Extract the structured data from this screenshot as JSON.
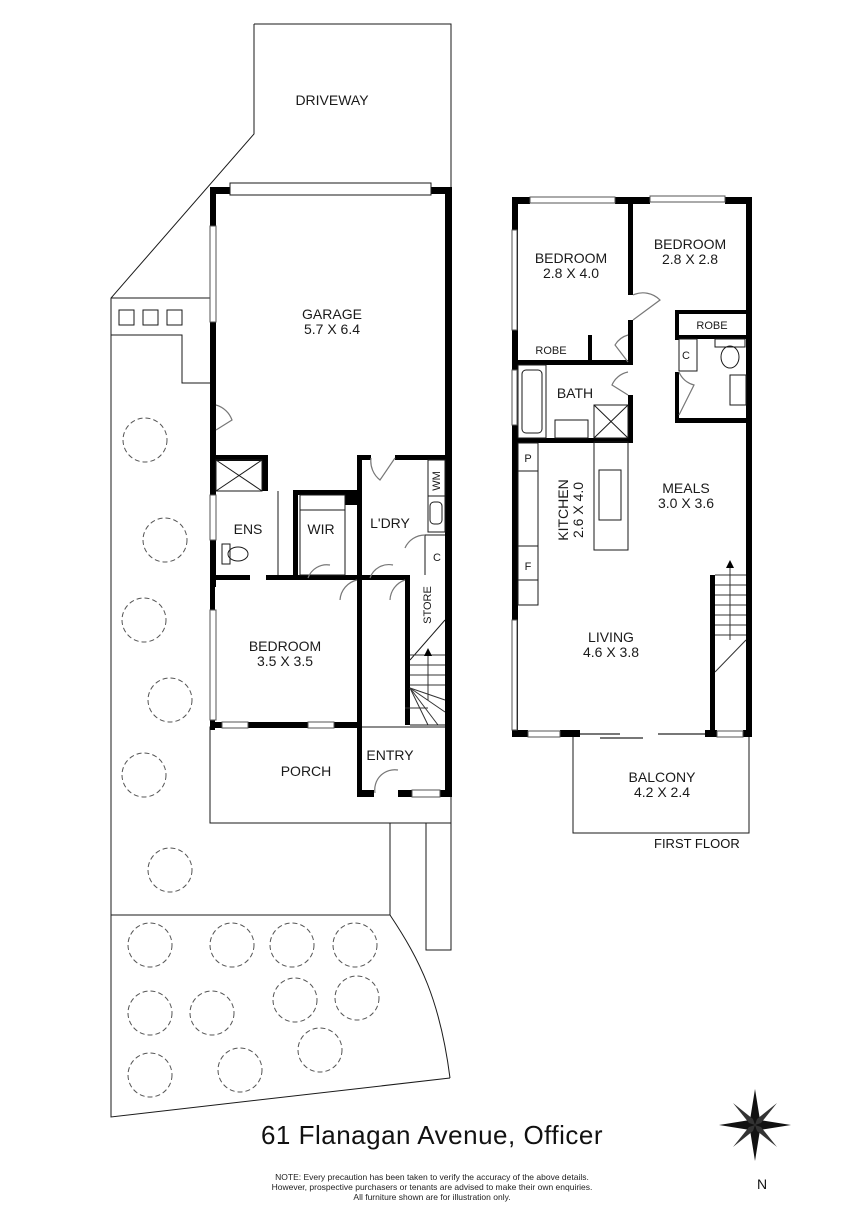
{
  "plan": {
    "address": "61 Flanagan Avenue, Officer",
    "note_lines": [
      "NOTE: Every precaution has been taken to verify the accuracy of the above details.",
      "However, prospective purchasers or tenants are advised to make their own enquiries.",
      "All furniture shown are for illustration only."
    ],
    "compass": {
      "icon": "compass-rose-icon",
      "label": "N"
    },
    "colors": {
      "wall": "#000000",
      "line": "#1a1a1a",
      "background": "#ffffff"
    }
  },
  "ground_floor": {
    "rooms": {
      "driveway": {
        "name": "DRIVEWAY"
      },
      "garage": {
        "name": "GARAGE",
        "size": "5.7 X 6.4"
      },
      "ens": {
        "name": "ENS"
      },
      "wir": {
        "name": "WIR"
      },
      "ldry": {
        "name": "L'DRY"
      },
      "wm": {
        "name": "WM"
      },
      "c": {
        "name": "C"
      },
      "store": {
        "name": "STORE"
      },
      "bedroom": {
        "name": "BEDROOM",
        "size": "3.5 X 3.5"
      },
      "porch": {
        "name": "PORCH"
      },
      "entry": {
        "name": "ENTRY"
      }
    }
  },
  "first_floor": {
    "label": "FIRST FLOOR",
    "rooms": {
      "bedroom1": {
        "name": "BEDROOM",
        "size": "2.8 X 4.0"
      },
      "bedroom2": {
        "name": "BEDROOM",
        "size": "2.8 X 2.8"
      },
      "robe1": {
        "name": "ROBE"
      },
      "robe2": {
        "name": "ROBE"
      },
      "bath": {
        "name": "BATH"
      },
      "c": {
        "name": "C"
      },
      "p": {
        "name": "P"
      },
      "f": {
        "name": "F"
      },
      "kitchen": {
        "name": "KITCHEN",
        "size": "2.6 X 4.0"
      },
      "meals": {
        "name": "MEALS",
        "size": "3.0 X 3.6"
      },
      "living": {
        "name": "LIVING",
        "size": "4.6 X 3.8"
      },
      "balcony": {
        "name": "BALCONY",
        "size": "4.2 X 2.4"
      }
    }
  }
}
